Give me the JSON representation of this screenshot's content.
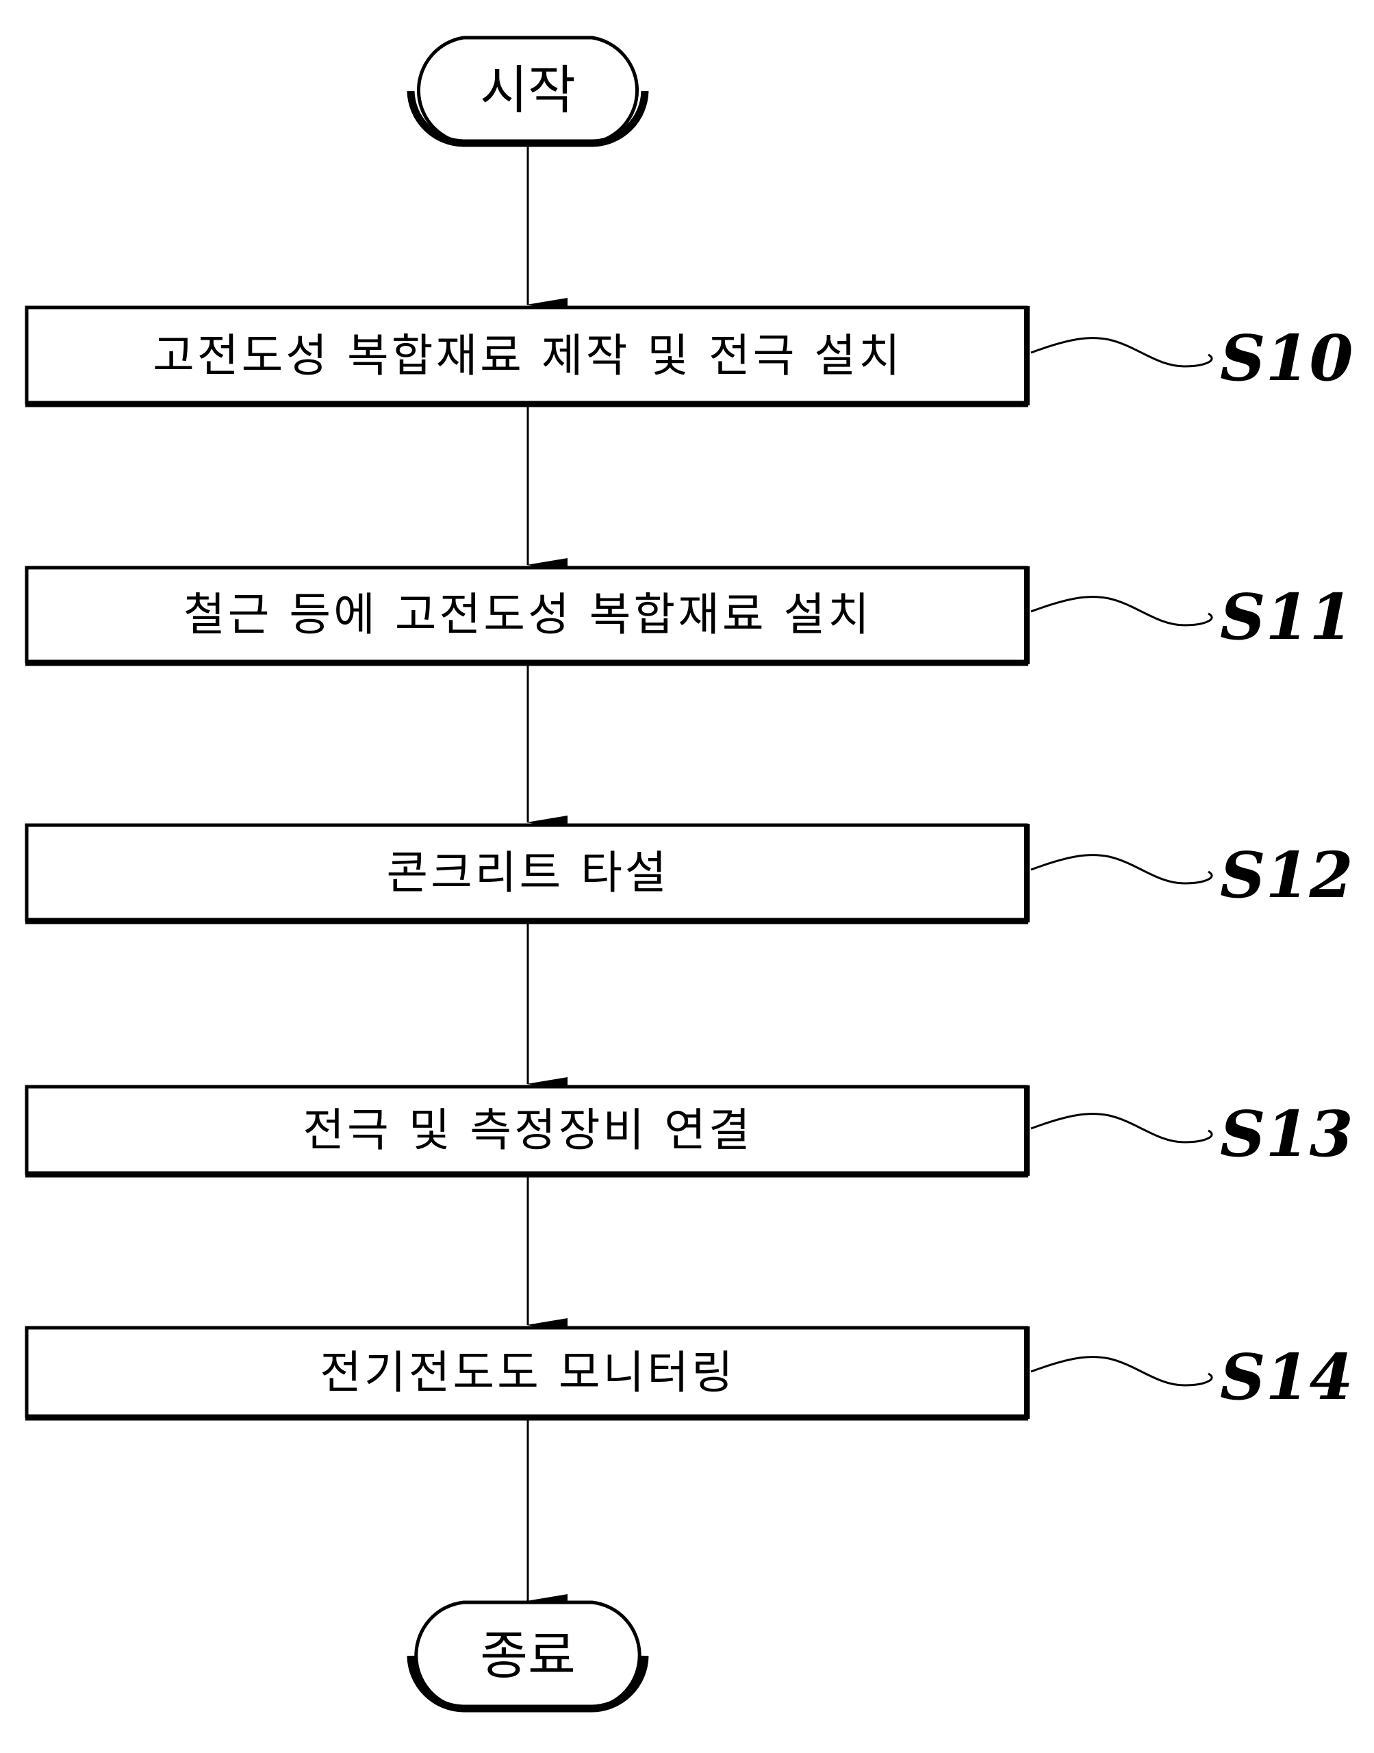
{
  "diagram": {
    "type": "flowchart",
    "start": {
      "label": "시작"
    },
    "end": {
      "label": "종료"
    },
    "steps": [
      {
        "id": "S10",
        "label": "고전도성 복합재료 제작 및 전극 설치"
      },
      {
        "id": "S11",
        "label": "철근 등에 고전도성 복합재료 설치"
      },
      {
        "id": "S12",
        "label": "콘크리트 타설"
      },
      {
        "id": "S13",
        "label": "전극 및 측정장비 연결"
      },
      {
        "id": "S14",
        "label": "전기전도도 모니터링"
      }
    ],
    "colors": {
      "stroke": "#000000",
      "fill": "#ffffff"
    }
  }
}
